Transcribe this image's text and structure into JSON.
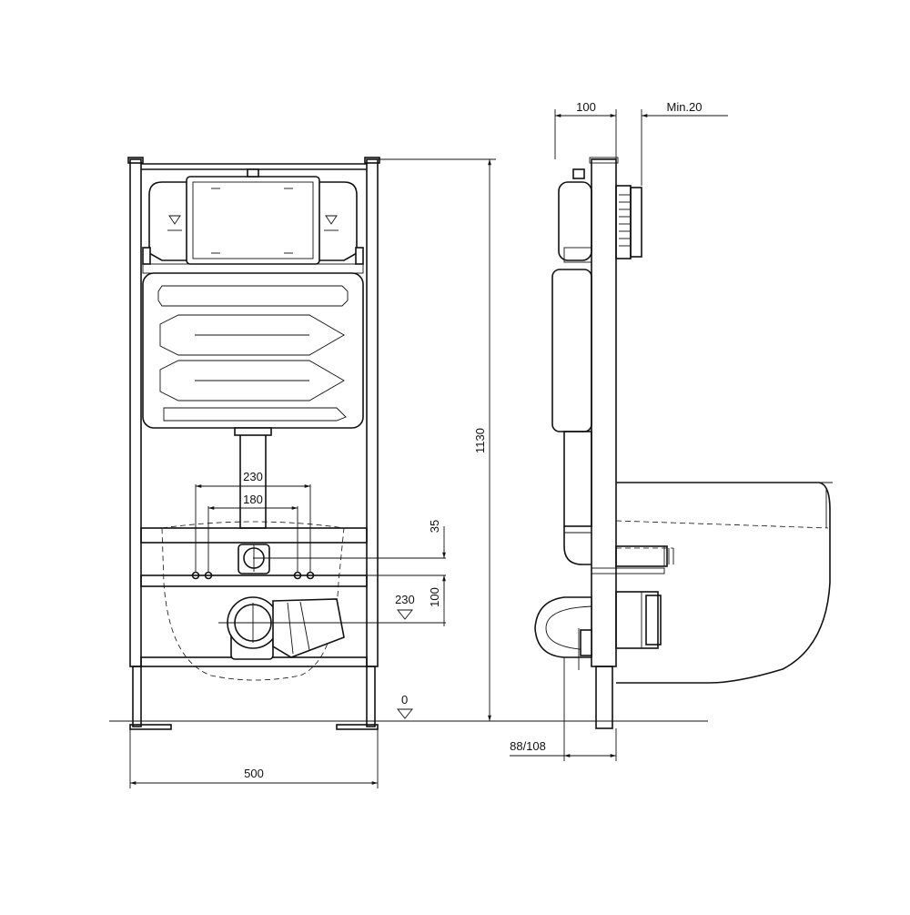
{
  "dimensions": {
    "height_total": "1130",
    "width_total": "500",
    "hole_spacing_outer": "230",
    "hole_spacing_inner": "180",
    "offset_upper": "35",
    "offset_lower": "100",
    "level_axis": "230",
    "level_floor": "0",
    "frame_depth": "100",
    "min_wall_gap": "Min.20",
    "foot_depth": "88/108"
  }
}
